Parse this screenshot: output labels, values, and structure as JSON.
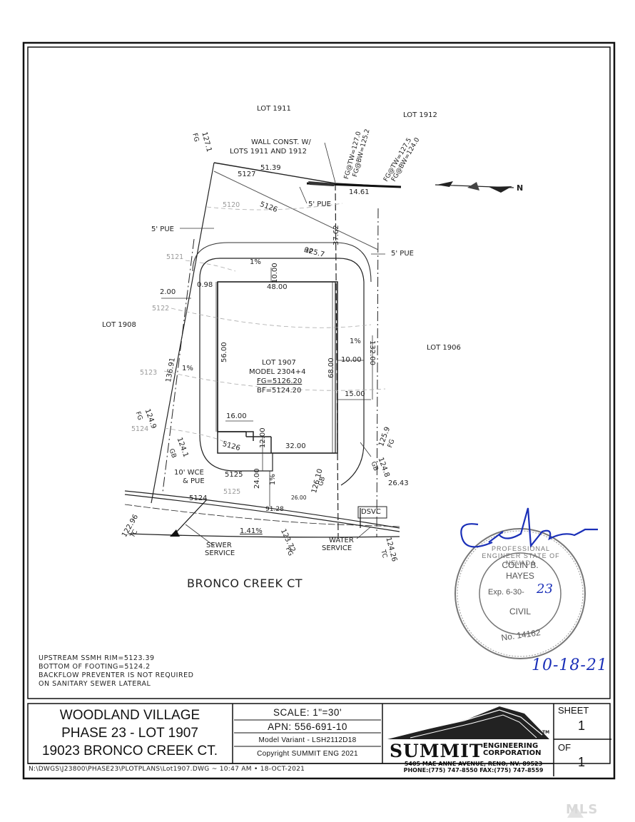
{
  "plan": {
    "adjacent_lots": {
      "north_west": "LOT 1911",
      "north_east": "LOT 1912",
      "west": "LOT 1908",
      "east": "LOT 1906"
    },
    "lot_info": {
      "lot": "LOT 1907",
      "model": "MODEL 2304+4",
      "fg": "FG=5126.20",
      "bf": "BF=5124.20"
    },
    "wall_note": {
      "line1": "WALL CONST. W/",
      "line2": "LOTS 1911 AND 1912"
    },
    "pue_labels": [
      "5' PUE",
      "5' PUE",
      "5' PUE"
    ],
    "wce_label": {
      "line1": "10' WCE",
      "line2": "& PUE"
    },
    "services": {
      "sewer_line1": "SEWER",
      "sewer_line2": "SERVICE",
      "water_line1": "WATER",
      "water_line2": "SERVICE",
      "dsvc": "DSVC"
    },
    "dimensions": {
      "d5139": "51.39",
      "d1461": "14.61",
      "d3762": "37.62",
      "d1000a": "10.00",
      "d4800": "48.00",
      "d098": "0.98",
      "d200": "2.00",
      "d13691": "136.91",
      "d5600": "56.00",
      "d6800": "68.00",
      "d1000b": "10.00",
      "d13200": "132.00",
      "d1500": "15.00",
      "d1600": "16.00",
      "d1200": "12.00",
      "d3200": "32.00",
      "d2400": "24.00",
      "d2600": "26.00",
      "d9128": "91.28",
      "d2643": "26.43"
    },
    "slopes": {
      "s1": "1%",
      "s2": "1%",
      "s3": "1%",
      "s4": "1%",
      "s5": "1.41%"
    },
    "elevations": {
      "fg1271": "127.1",
      "fg1271_sub": "FG",
      "tw1270": "FG@TW=127.0",
      "bw1252": "FG@BW=125.2",
      "tw1275": "FG@TW=127.5",
      "bw1240": "FG@BW=124.0",
      "hp1257": "125.7",
      "hp1257_sub": "HP",
      "fg1249": "124.9",
      "fg1249_sub": "FG",
      "gb1241": "124.1",
      "gb1241_sub": "GB",
      "fg1259": "125.9",
      "fg1259_sub": "FG",
      "gb1248": "124.8",
      "gb1248_sub": "GB",
      "gb12610": "126.10",
      "gb12610_sub": "GB",
      "tc12296": "122.96",
      "tc12296_sub": "TC",
      "fg12372": "123.72",
      "fg12372_sub": "FG",
      "tc12426": "124.26",
      "tc12426_sub": "TC"
    },
    "contours": [
      "5127",
      "5126",
      "5120",
      "5121",
      "5122",
      "5123",
      "5124",
      "5126",
      "5125",
      "5125",
      "5124"
    ],
    "north_arrow_label": "N",
    "street_name": "BRONCO CREEK CT",
    "notes": [
      "UPSTREAM SSMH RIM=5123.39",
      "BOTTOM OF FOOTING=5124.2",
      "BACKFLOW PREVENTER IS NOT REQUIRED",
      "ON SANITARY SEWER LATERAL"
    ]
  },
  "stamp": {
    "top_arc": "PROFESSIONAL ENGINEER STATE OF NEVADA",
    "name1": "COLIN B.",
    "name2": "HAYES",
    "exp_prefix": "Exp. 6-30-",
    "exp_year": "23",
    "discipline": "CIVIL",
    "number": "No. 14162",
    "date": "10-18-21"
  },
  "title_block": {
    "project": [
      "WOODLAND VILLAGE",
      "PHASE 23 - LOT 1907",
      "19023 BRONCO CREEK CT."
    ],
    "scale": "SCALE:  1\"=30'",
    "apn": "APN:  556-691-10",
    "model_variant": "Model Variant  -  LSH2112D18",
    "copyright": "Copyright  SUMMIT ENG 2021",
    "company": "SUMMIT",
    "company_sub1": "ENGINEERING",
    "company_sub2": "CORPORATION",
    "address": "5405 MAE ANNE AVENUE, RENO, NV. 89523",
    "phone": "PHONE:(775) 747-8550 FAX:(775) 747-8559",
    "tm": "TM",
    "sheet_label": "SHEET",
    "sheet_value": "1",
    "of_label": "OF",
    "of_value": "1",
    "file_path": "N:\\DWGS\\J23800\\PHASE23\\PLOTPLANS\\Lot1907.DWG ~ 10:47 AM • 18-OCT-2021"
  },
  "watermark": "MLS"
}
